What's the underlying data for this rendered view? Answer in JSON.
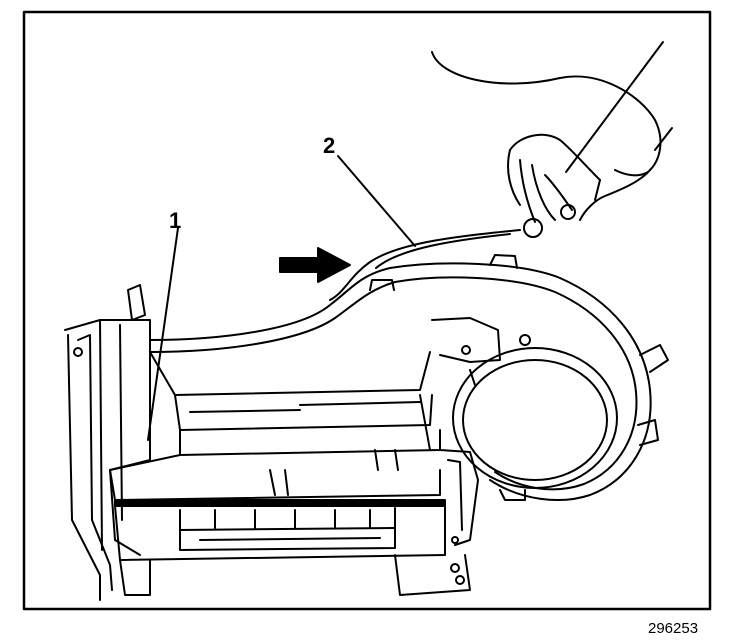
{
  "callouts": {
    "one": "1",
    "two": "2"
  },
  "figure_number": "296253",
  "colors": {
    "ink": "#000000",
    "paper": "#ffffff"
  }
}
